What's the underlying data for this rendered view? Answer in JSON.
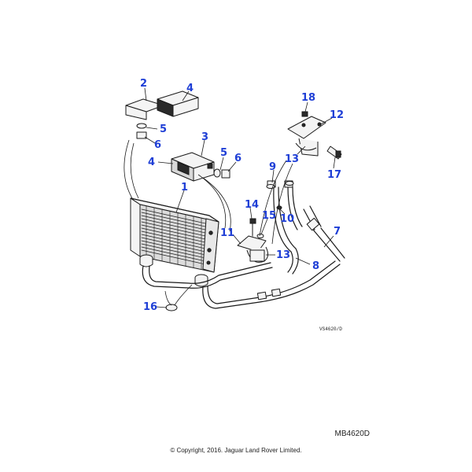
{
  "drawing_ref": "VS4620/D",
  "catalog_code": "MB4620D",
  "copyright": "© Copyright, 2016. Jaguar Land Rover Limited.",
  "callouts": [
    {
      "id": "c2a",
      "label": "2"
    },
    {
      "id": "c4a",
      "label": "4"
    },
    {
      "id": "c5a",
      "label": "5"
    },
    {
      "id": "c6a",
      "label": "6"
    },
    {
      "id": "c3",
      "label": "3"
    },
    {
      "id": "c4b",
      "label": "4"
    },
    {
      "id": "c5b",
      "label": "5"
    },
    {
      "id": "c6b",
      "label": "6"
    },
    {
      "id": "c1",
      "label": "1"
    },
    {
      "id": "c18",
      "label": "18"
    },
    {
      "id": "c12",
      "label": "12"
    },
    {
      "id": "c13a",
      "label": "13"
    },
    {
      "id": "c17",
      "label": "17"
    },
    {
      "id": "c9",
      "label": "9"
    },
    {
      "id": "c14",
      "label": "14"
    },
    {
      "id": "c15",
      "label": "15"
    },
    {
      "id": "c10",
      "label": "10"
    },
    {
      "id": "c11",
      "label": "11"
    },
    {
      "id": "c7",
      "label": "7"
    },
    {
      "id": "c13b",
      "label": "13"
    },
    {
      "id": "c8",
      "label": "8"
    },
    {
      "id": "c16",
      "label": "16"
    }
  ]
}
